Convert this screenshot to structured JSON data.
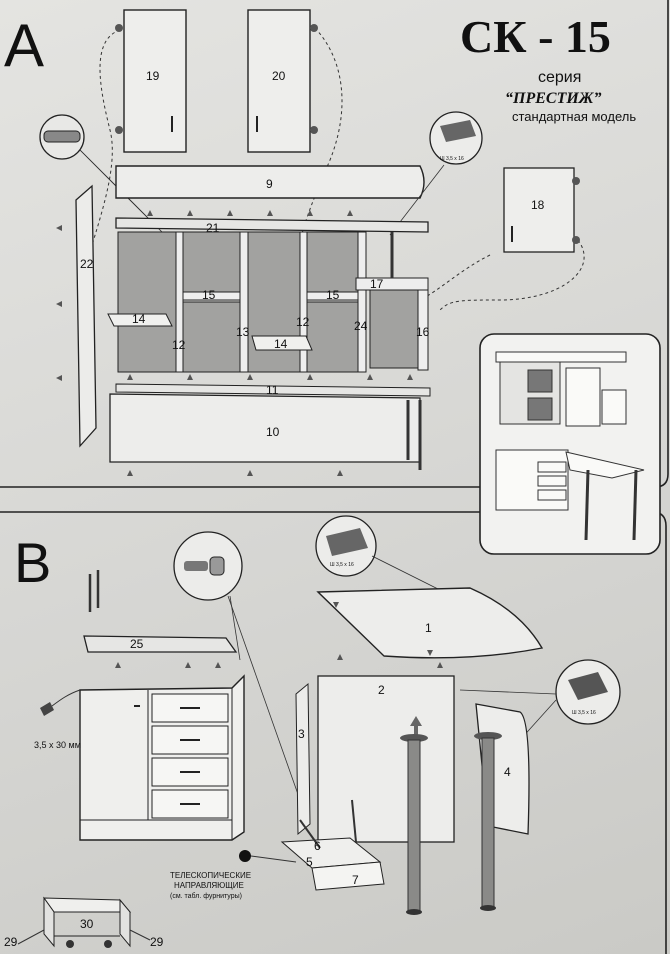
{
  "header": {
    "model": "СК - 15",
    "series_label": "серия",
    "series_name": "“ПРЕСТИЖ”",
    "variant": "стандартная модель"
  },
  "section_a": {
    "letter": "A",
    "parts": {
      "p9": "9",
      "p10": "10",
      "p11": "11",
      "p12a": "12",
      "p12b": "12",
      "p13": "13",
      "p14a": "14",
      "p14b": "14",
      "p15a": "15",
      "p15b": "15",
      "p16": "16",
      "p17": "17",
      "p18": "18",
      "p19": "19",
      "p20": "20",
      "p21": "21",
      "p22": "22",
      "p24": "24"
    },
    "screw_note": "Ш 3,5 х 16"
  },
  "section_b": {
    "letter": "B",
    "parts": {
      "p1": "1",
      "p2": "2",
      "p3": "3",
      "p4": "4",
      "p5": "5",
      "p6": "6",
      "p7": "7",
      "p25": "25",
      "p29a": "29",
      "p29b": "29",
      "p30": "30"
    },
    "screw_size": "3,5 x 30 мм",
    "screw_note_top": "Ш 3,5 х 16",
    "screw_note_right": "Ш 3,5 х 16",
    "slides_line1": "ТЕЛЕСКОПИЧЕСКИЕ",
    "slides_line2": "НАПРАВЛЯЮЩИЕ",
    "slides_line3": "(см. табл. фурнитуры)"
  }
}
